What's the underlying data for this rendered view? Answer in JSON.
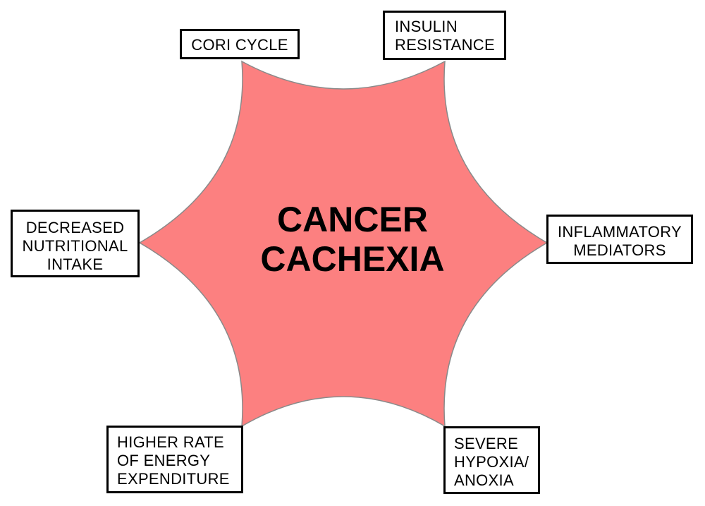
{
  "diagram": {
    "center": {
      "lines": [
        "CANCER",
        "CACHEXIA"
      ]
    },
    "factors": {
      "cori_cycle": {
        "lines": [
          "CORI CYCLE"
        ]
      },
      "insulin_resistance": {
        "lines": [
          "INSULIN",
          "RESISTANCE"
        ]
      },
      "decreased_intake": {
        "lines": [
          "DECREASED",
          "NUTRITIONAL",
          "INTAKE"
        ]
      },
      "inflammatory_mediators": {
        "lines": [
          "INFLAMMATORY",
          "MEDIATORS"
        ]
      },
      "energy_expenditure": {
        "lines": [
          "HIGHER RATE",
          "OF ENERGY",
          "EXPENDITURE"
        ]
      },
      "hypoxia": {
        "lines": [
          "SEVERE",
          "HYPOXIA/",
          "ANOXIA"
        ]
      }
    },
    "colors": {
      "star_fill": "#fc8080",
      "star_stroke": "#8a8a8a",
      "box_border": "#000000",
      "text": "#000000"
    }
  }
}
